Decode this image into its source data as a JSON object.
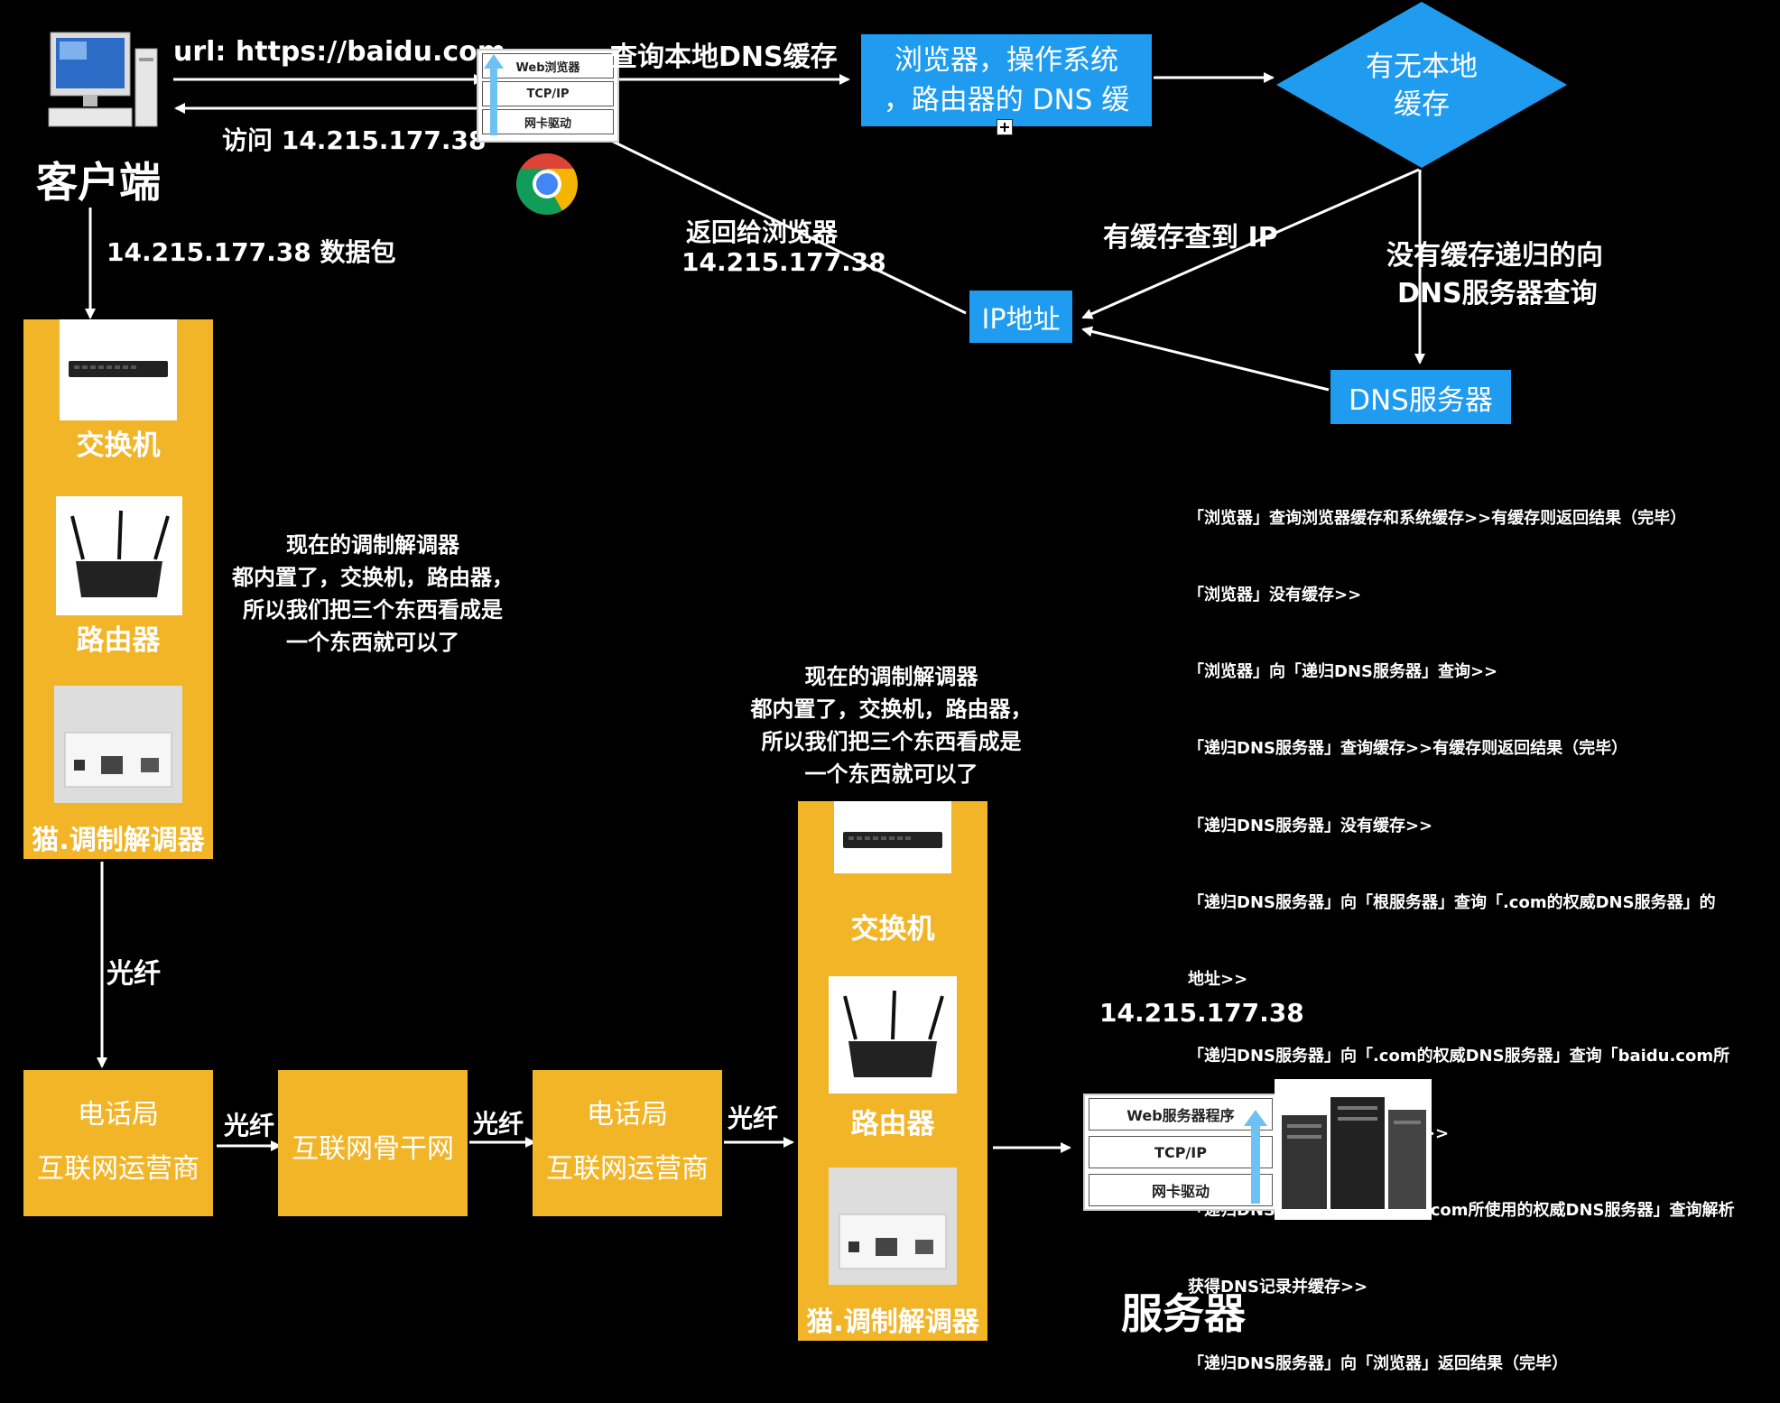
{
  "client": {
    "label": "客户端"
  },
  "browser_stack": {
    "rows": [
      "Web浏览器",
      "TCP/IP",
      "网卡驱动"
    ]
  },
  "edges": {
    "url_label": "url: https://baidu.com",
    "visit_label": "访问 14.215.177.38",
    "query_local_dns": "查询本地DNS缓存",
    "return_to_browser": [
      "返回给浏览器",
      "14.215.177.38"
    ],
    "cache_found": "有缓存查到 IP",
    "no_cache": [
      "没有缓存递归的向",
      "DNS服务器查询"
    ],
    "packet_label": "14.215.177.38 数据包",
    "fiber": "光纤"
  },
  "dns_cache_box": [
    "浏览器，操作系统",
    "，路由器的 DNS 缓"
  ],
  "decision": [
    "有无本地",
    "缓存"
  ],
  "ip_box": "IP地址",
  "dns_server": "DNS服务器",
  "notes": [
    "「浏览器」查询浏览器缓存和系统缓存>>有缓存则返回结果（完毕）",
    "「浏览器」没有缓存>>",
    "「浏览器」向「递归DNS服务器」查询>>",
    "「递归DNS服务器」查询缓存>>有缓存则返回结果（完毕）",
    "「递归DNS服务器」没有缓存>>",
    "「递归DNS服务器」向「根服务器」查询「.com的权威DNS服务器」的",
    "地址>>",
    "「递归DNS服务器」向「.com的权威DNS服务器」查询「baidu.com所",
    "使用的权威DNS服务器」的地址>>",
    "「递归DNS服务器」向「baidu.com所使用的权威DNS服务器」查询解析",
    "获得DNS记录并缓存>>",
    "「递归DNS服务器」向「浏览器」返回结果（完毕）"
  ],
  "modem_column_left": {
    "switch": "交换机",
    "router": "路由器",
    "modem": "猫.调制解调器"
  },
  "modem_column_right": {
    "switch": "交换机",
    "router": "路由器",
    "modem": "猫.调制解调器"
  },
  "modem_note_1": [
    "现在的调制解调器",
    "都内置了，交换机，路由器，",
    "所以我们把三个东西看成是",
    "一个东西就可以了"
  ],
  "modem_note_2": [
    "现在的调制解调器",
    "都内置了，交换机，路由器，",
    "所以我们把三个东西看成是",
    "一个东西就可以了"
  ],
  "chain": {
    "telecom1": [
      "电话局",
      "互联网运营商"
    ],
    "backbone": "互联网骨干网",
    "telecom2": [
      "电话局",
      "互联网运营商"
    ],
    "fiber_labels": [
      "光纤",
      "光纤",
      "光纤"
    ]
  },
  "server": {
    "ip": "14.215.177.38",
    "stack_rows": [
      "Web服务器程序",
      "TCP/IP",
      "网卡驱动"
    ],
    "label": "服务器"
  },
  "colors": {
    "blue": "#1f9cf0",
    "yellow": "#f2b527",
    "background": "#000000"
  }
}
